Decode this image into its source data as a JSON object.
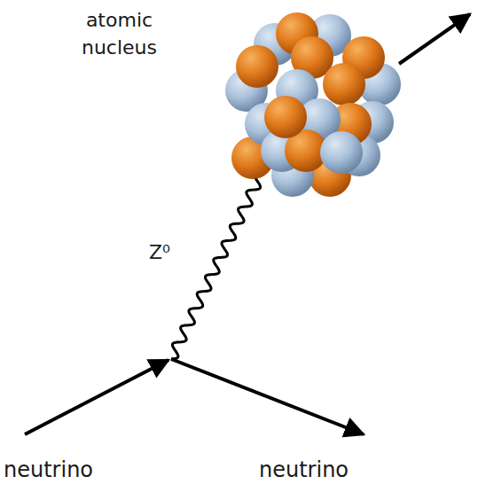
{
  "diagram": {
    "labels": [
      "atomic nucleus",
      "Z⁰",
      "neutrino",
      "neutrino"
    ]
  }
}
